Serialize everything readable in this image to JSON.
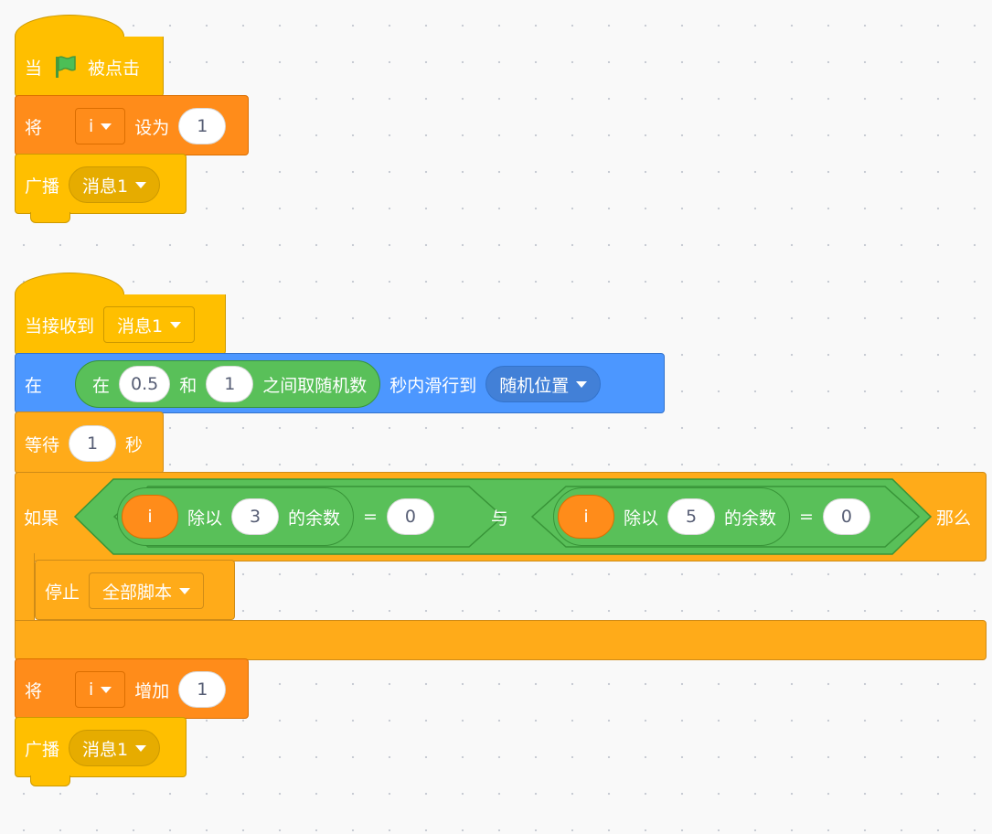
{
  "script1": {
    "when_flag": {
      "prefix": "当",
      "suffix": "被点击",
      "flag_icon": "green-flag-icon",
      "flag_color": "#4cbf56"
    },
    "set_var": {
      "label": "将",
      "var_name": "i",
      "action": "设为",
      "value": "1"
    },
    "broadcast": {
      "label": "广播",
      "message": "消息1"
    }
  },
  "script2": {
    "when_receive": {
      "label": "当接收到",
      "message": "消息1"
    },
    "glide": {
      "prefix": "在",
      "random": {
        "prefix": "在",
        "from": "0.5",
        "and": "和",
        "to": "1",
        "suffix": "之间取随机数"
      },
      "middle": "秒内滑行到",
      "target": "随机位置"
    },
    "wait": {
      "label": "等待",
      "value": "1",
      "unit": "秒"
    },
    "if_block": {
      "if_label": "如果",
      "then_label": "那么",
      "and_label": "与",
      "left": {
        "var": "i",
        "mod_label": "除以",
        "divisor": "3",
        "rem_label": "的余数",
        "eq": "=",
        "compare": "0"
      },
      "right": {
        "var": "i",
        "mod_label": "除以",
        "divisor": "5",
        "rem_label": "的余数",
        "eq": "=",
        "compare": "0"
      },
      "stop": {
        "label": "停止",
        "option": "全部脚本"
      }
    },
    "change_var": {
      "label": "将",
      "var_name": "i",
      "action": "增加",
      "value": "1"
    },
    "broadcast": {
      "label": "广播",
      "message": "消息1"
    }
  },
  "colors": {
    "events": "#ffbf00",
    "variables": "#ff8c1a",
    "motion": "#4c97ff",
    "control": "#ffab19",
    "operators": "#59c059"
  }
}
